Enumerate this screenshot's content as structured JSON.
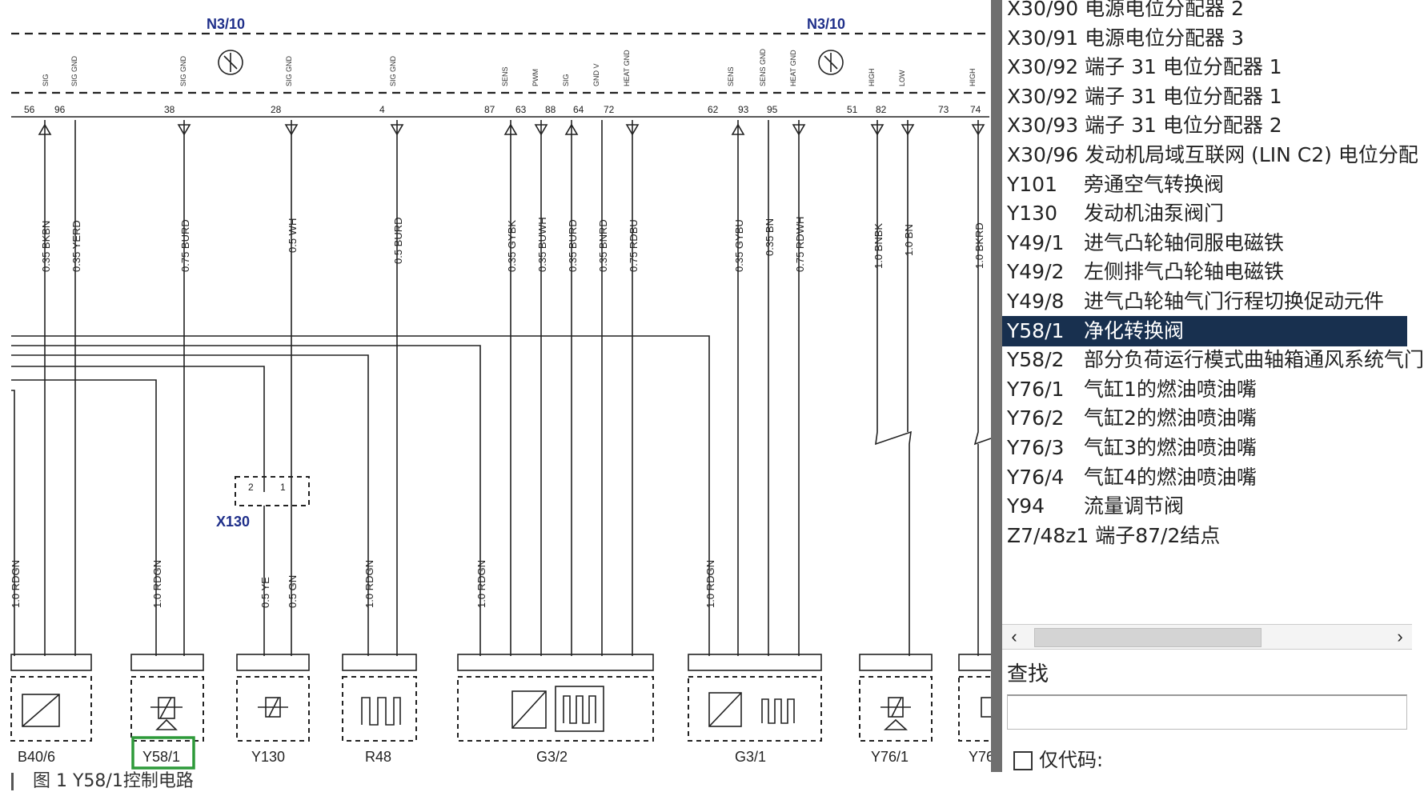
{
  "diagram": {
    "module_label": "N3/10",
    "connector_label": "X130",
    "figure_caption": "图 1   Y58/1控制电路",
    "top_pins": [
      "56",
      "96",
      "38",
      "28",
      "4",
      "87",
      "63",
      "88",
      "64",
      "72",
      "62",
      "93",
      "95",
      "51",
      "82",
      "73",
      "74"
    ],
    "wire_labels": [
      "0.35 BKBN",
      "0.35 YERD",
      "0.75 BURD",
      "0.5 WH",
      "0.5 BURD",
      "0.35 GYBK",
      "0.35 BUWH",
      "0.35 BURD",
      "0.35 BNRD",
      "0.75 RDBU",
      "0.35 GYBU",
      "0.35 BN",
      "0.75 RDWH",
      "1.0 BNBK",
      "1.0 BN",
      "1.0 BKRD"
    ],
    "lower_wire_labels": [
      "1.0 RDGN",
      "1.0 RDGN",
      "0.5 YE",
      "0.5 GN",
      "1.0 RDGN",
      "1.0 RDGN",
      "1.0 RDGN"
    ],
    "pin_signal_labels": [
      "SIG",
      "SIG GND",
      "SIG GND",
      "SIG GND",
      "SIG GND",
      "SENS",
      "PWM",
      "SIG",
      "GND V",
      "HEAT GND",
      "SENS",
      "SENS GND",
      "HEAT GND",
      "HIGH",
      "LOW",
      "HIGH"
    ],
    "components": [
      "B40/6",
      "Y58/1",
      "Y130",
      "R48",
      "G3/2",
      "G3/1",
      "Y76/1",
      "Y76"
    ],
    "highlight_component": "Y58/1",
    "highlight_color": "#2e9a3a"
  },
  "panel": {
    "items": [
      {
        "code": "X30/90",
        "name": "电源电位分配器 2"
      },
      {
        "code": "X30/91",
        "name": "电源电位分配器 3"
      },
      {
        "code": "X30/92",
        "name": "端子 31 电位分配器 1"
      },
      {
        "code": "X30/92",
        "name": "端子 31 电位分配器 1"
      },
      {
        "code": "X30/93",
        "name": "端子 31 电位分配器 2"
      },
      {
        "code": "X30/96",
        "name": "发动机局域互联网 (LIN C2) 电位分配"
      },
      {
        "code": "Y101",
        "name": "旁通空气转换阀"
      },
      {
        "code": "Y130",
        "name": "发动机油泵阀门"
      },
      {
        "code": "Y49/1",
        "name": "进气凸轮轴伺服电磁铁"
      },
      {
        "code": "Y49/2",
        "name": "左侧排气凸轮轴电磁铁"
      },
      {
        "code": "Y49/8",
        "name": "进气凸轮轴气门行程切换促动元件"
      },
      {
        "code": "Y58/1",
        "name": "净化转换阀"
      },
      {
        "code": "Y58/2",
        "name": "部分负荷运行模式曲轴箱通风系统气门"
      },
      {
        "code": "Y76/1",
        "name": "气缸1的燃油喷油嘴"
      },
      {
        "code": "Y76/2",
        "name": "气缸2的燃油喷油嘴"
      },
      {
        "code": "Y76/3",
        "name": "气缸3的燃油喷油嘴"
      },
      {
        "code": "Y76/4",
        "name": "气缸4的燃油喷油嘴"
      },
      {
        "code": "Y94",
        "name": "流量调节阀"
      },
      {
        "code": "Z7/48z1",
        "name": "端子87/2结点"
      }
    ],
    "selected_index": 11,
    "selected_color": "#18304f",
    "scroll_left_arrow": "‹",
    "scroll_right_arrow": "›",
    "search_label": "查找",
    "search_value": "",
    "only_code_label": "仅代码:"
  }
}
